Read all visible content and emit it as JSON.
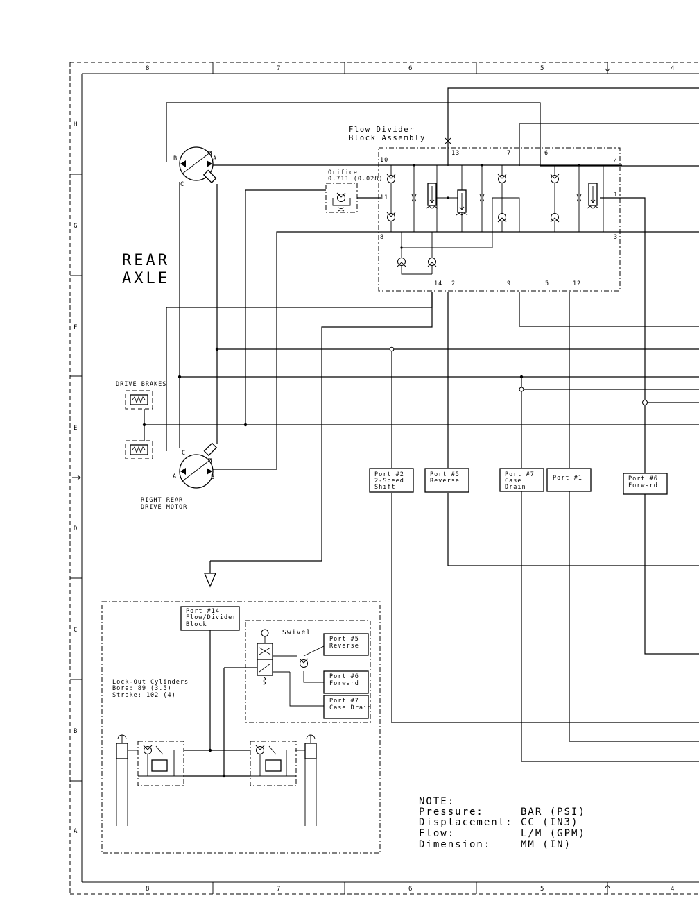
{
  "columns_top": [
    "8",
    "7",
    "6",
    "5",
    "4"
  ],
  "columns_bottom": [
    "8",
    "7",
    "6",
    "5",
    "4"
  ],
  "rows": [
    "H",
    "G",
    "F",
    "E",
    "D",
    "C",
    "B",
    "A"
  ],
  "flow_divider": {
    "title_line1": "Flow Divider",
    "title_line2": "Block Assembly",
    "ports": [
      "10",
      "11",
      "8",
      "13",
      "7",
      "6",
      "4",
      "1",
      "3",
      "14",
      "2",
      "9",
      "5",
      "12"
    ]
  },
  "orifice": {
    "line1": "Orifice",
    "line2": "0.711 (0.028)"
  },
  "rear_axle": {
    "line1": "REAR",
    "line2": "AXLE"
  },
  "drive_brakes": "DRIVE BRAKES",
  "right_rear_motor": {
    "line1": "RIGHT REAR",
    "line2": "DRIVE MOTOR"
  },
  "motor_port_labels": {
    "a": "A",
    "b": "B",
    "c": "C"
  },
  "port_boxes": [
    {
      "line1": "Port #2",
      "line2": "2-Speed",
      "line3": "Shift"
    },
    {
      "line1": "Port #5",
      "line2": "Reverse",
      "line3": ""
    },
    {
      "line1": "Port #7",
      "line2": "Case",
      "line3": "Drain"
    },
    {
      "line1": "Port #1",
      "line2": "",
      "line3": ""
    },
    {
      "line1": "Port #6",
      "line2": "Forward",
      "line3": ""
    }
  ],
  "lockout": {
    "port14": {
      "line1": "Port #14",
      "line2": "Flow/Divider",
      "line3": "Block"
    },
    "swivel": "Swivel",
    "swivel_ports": [
      {
        "line1": "Port #5",
        "line2": "Reverse"
      },
      {
        "line1": "Port #6",
        "line2": "Forward"
      },
      {
        "line1": "Port #7",
        "line2": "Case Drain"
      }
    ],
    "cylinders": {
      "line1": "Lock-Out Cylinders",
      "line2": "Bore: 89 (3.5)",
      "line3": "Stroke: 102 (4)"
    }
  },
  "note": {
    "title": "NOTE:",
    "rows": [
      {
        "label": "Pressure:",
        "value": "BAR (PSI)"
      },
      {
        "label": "Displacement:",
        "value": "CC  (IN3)"
      },
      {
        "label": "Flow:",
        "value": "L/M (GPM)"
      },
      {
        "label": "Dimension:",
        "value": "MM  (IN)"
      }
    ]
  }
}
